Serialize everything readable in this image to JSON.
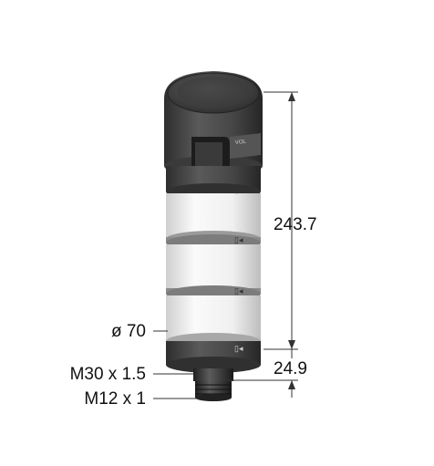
{
  "dimensions": {
    "height": "243.7",
    "base_height": "24.9",
    "diameter": "ø 70",
    "thread_mount": "M30 x 1.5",
    "connector": "M12 x 1"
  },
  "colors": {
    "housing": "#4a4a4a",
    "housing_dark": "#2f2f2f",
    "segment": "#f2f2f2",
    "segment_shadow": "#c9c9c9",
    "dimension_line": "#333333",
    "text": "#111111"
  }
}
